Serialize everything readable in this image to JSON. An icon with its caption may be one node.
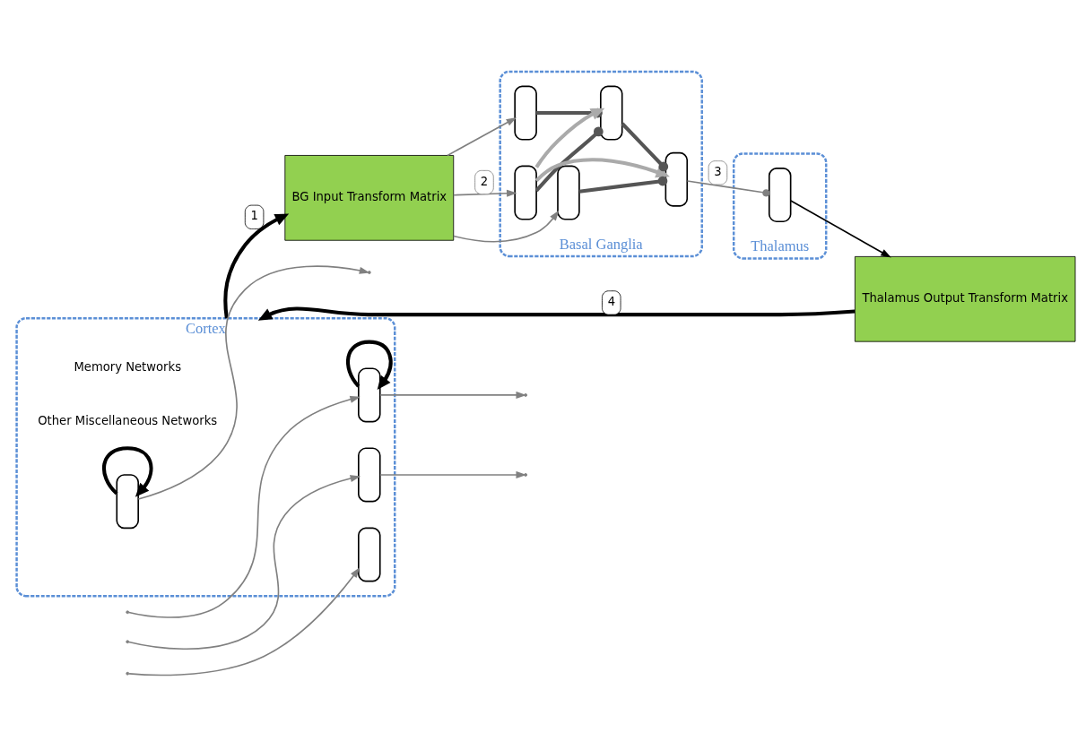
{
  "diagram": {
    "nodes": [
      {
        "text": [
          "Cortex"
        ]
      },
      {
        "text": [],
        "shape": "box",
        "in": 0
      },
      {
        "text": [],
        "shape": "box",
        "in": 0
      },
      {
        "text": [],
        "shape": "box",
        "in": 0
      },
      {
        "text": [],
        "shape": "box",
        "in": 0
      },
      {
        "text": [
          "BG Input Transform Matrix"
        ]
      },
      {
        "text": [
          "Basal Ganglia"
        ]
      },
      {
        "text": [],
        "shape": "box",
        "in": 6
      },
      {
        "text": [],
        "shape": "box",
        "in": 6
      },
      {
        "text": [],
        "shape": "box",
        "in": 6
      },
      {
        "text": [],
        "shape": "box",
        "in": 6
      },
      {
        "text": [],
        "shape": "box",
        "in": 6
      },
      {
        "text": [
          "Thalamus"
        ]
      },
      {
        "text": [],
        "shape": "box",
        "in": 12
      },
      {
        "text": [
          "Thalamus Output Transform Matrix"
        ]
      }
    ],
    "edges": [
      {
        "from": 1,
        "to": 1,
        "arrow": "to",
        "style": "thick",
        "color": "#000000"
      },
      {
        "from": 2,
        "to": 2,
        "arrow": "to",
        "style": "thick",
        "color": "#000000"
      },
      {
        "from": null,
        "to": 2,
        "arrow": "to"
      },
      {
        "from": null,
        "to": 3,
        "arrow": "to"
      },
      {
        "from": null,
        "to": 4,
        "arrow": "to"
      },
      {
        "from": 1,
        "to": null,
        "arrow": "to"
      },
      {
        "from": 2,
        "to": null,
        "arrow": "to"
      },
      {
        "from": 3,
        "to": null,
        "arrow": "to"
      },
      {
        "from": 0,
        "to": 5,
        "label": "1",
        "arrow": "to",
        "style": "thick",
        "color": "#000000"
      },
      {
        "from": 5,
        "to": 7,
        "arrow": "to"
      },
      {
        "from": 5,
        "to": 8,
        "label": "2",
        "arrow": "to"
      },
      {
        "from": 5,
        "to": 9,
        "arrow": "to"
      },
      {
        "from": 7,
        "to": 10,
        "arrow": "other",
        "style": "thick",
        "color": "#555555"
      },
      {
        "from": 8,
        "to": 10,
        "arrow": "other",
        "style": "thick",
        "color": "#555555"
      },
      {
        "from": 8,
        "to": 10,
        "arrow": "to",
        "style": "thick",
        "color": "#aaaaaa"
      },
      {
        "from": 8,
        "to": 11,
        "arrow": "to",
        "style": "thick",
        "color": "#aaaaaa"
      },
      {
        "from": 10,
        "to": 11,
        "arrow": "other",
        "style": "thick",
        "color": "#555555"
      },
      {
        "from": 9,
        "to": 11,
        "arrow": "other",
        "style": "thick",
        "color": "#555555"
      },
      {
        "from": 11,
        "to": 13,
        "label": "3",
        "arrow": "other"
      },
      {
        "from": 13,
        "to": 14,
        "arrow": "to",
        "color": "#000000"
      },
      {
        "from": 14,
        "to": 0,
        "label": "4",
        "arrow": "to",
        "style": "thick",
        "color": "#000000"
      }
    ],
    "labels": [
      "Memory Networks",
      "Other Miscellaneous Networks"
    ]
  }
}
